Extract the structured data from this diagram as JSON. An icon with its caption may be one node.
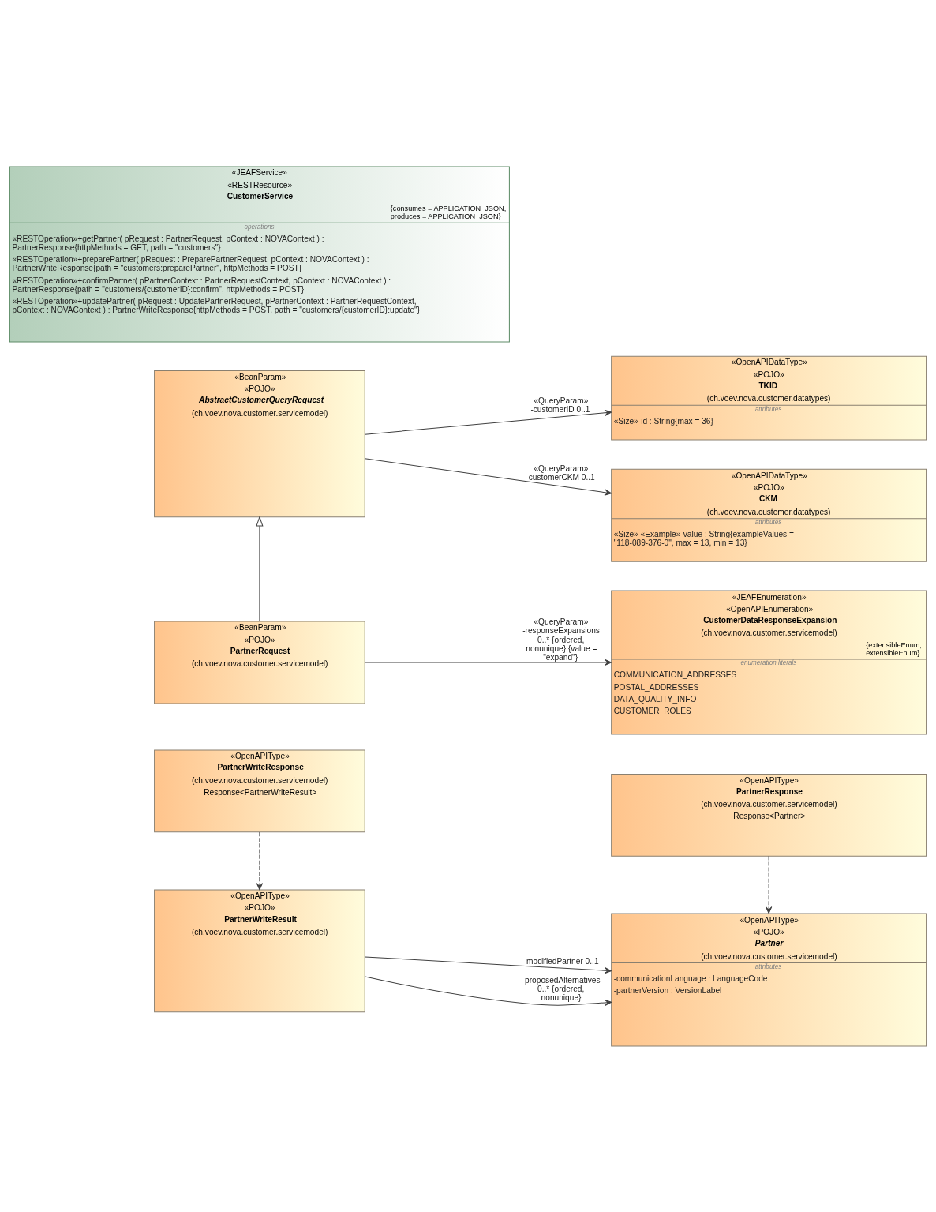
{
  "diagram": {
    "nodes": [
      {
        "text": [
          "«JEAFService»",
          "«RESTResource»",
          "CustomerService",
          "{consumes = APPLICATION_JSON, produces = APPLICATION_JSON}",
          "operations",
          "«RESTOperation»+getPartner( pRequest : PartnerRequest, pContext : NOVAContext ) : PartnerResponse{httpMethods = GET, path = \"customers\"}",
          "«RESTOperation»+preparePartner( pRequest : PreparePartnerRequest, pContext : NOVAContext ) : PartnerWriteResponse{path = \"customers:preparePartner\", httpMethods = POST}",
          "«RESTOperation»+confirmPartner( pPartnerContext : PartnerRequestContext, pContext : NOVAContext ) : PartnerResponse{path = \"customers/{customerID}:confirm\", httpMethods = POST}",
          "«RESTOperation»+updatePartner( pRequest : UpdatePartnerRequest, pPartnerContext : PartnerRequestContext, pContext : NOVAContext ) : PartnerWriteResponse{httpMethods = POST, path = \"customers/{customerID}:update\"}"
        ]
      },
      {
        "text": [
          "«BeanParam»",
          "«POJO»",
          "AbstractCustomerQueryRequest",
          "(ch.voev.nova.customer.servicemodel)"
        ]
      },
      {
        "text": [
          "«OpenAPIDataType»",
          "«POJO»",
          "TKID",
          "(ch.voev.nova.customer.datatypes)",
          "attributes",
          "«Size»-id : String{max = 36}"
        ]
      },
      {
        "text": [
          "«OpenAPIDataType»",
          "«POJO»",
          "CKM",
          "(ch.voev.nova.customer.datatypes)",
          "attributes",
          "«Size» «Example»-value : String{exampleValues = \"118-089-376-0\", max = 13, min = 13}"
        ]
      },
      {
        "text": [
          "«BeanParam»",
          "«POJO»",
          "PartnerRequest",
          "(ch.voev.nova.customer.servicemodel)"
        ]
      },
      {
        "text": [
          "«JEAFEnumeration»",
          "«OpenAPIEnumeration»",
          "CustomerDataResponseExpansion",
          "(ch.voev.nova.customer.servicemodel)",
          "{extensibleEnum, extensibleEnum}",
          "enumeration literals",
          "COMMUNICATION_ADDRESSES",
          "POSTAL_ADDRESSES",
          "DATA_QUALITY_INFO",
          "CUSTOMER_ROLES"
        ]
      },
      {
        "text": [
          "«OpenAPIType»",
          "PartnerWriteResponse",
          "(ch.voev.nova.customer.servicemodel)",
          "Response<PartnerWriteResult>"
        ]
      },
      {
        "text": [
          "«OpenAPIType»",
          "PartnerResponse",
          "(ch.voev.nova.customer.servicemodel)",
          "Response<Partner>"
        ]
      },
      {
        "text": [
          "«OpenAPIType»",
          "«POJO»",
          "PartnerWriteResult",
          "(ch.voev.nova.customer.servicemodel)"
        ]
      },
      {
        "text": [
          "«OpenAPIType»",
          "«POJO»",
          "Partner",
          "(ch.voev.nova.customer.servicemodel)",
          "attributes",
          "-communicationLanguage : LanguageCode",
          "-partnerVersion : VersionLabel"
        ]
      }
    ],
    "edges": [
      {
        "from": 1,
        "to": 2,
        "arrow": "to",
        "label": "«QueryParam» -customerID 0..1"
      },
      {
        "from": 1,
        "to": 3,
        "arrow": "to",
        "label": "«QueryParam» -customerCKM 0..1"
      },
      {
        "from": 4,
        "to": 1,
        "arrow": "to"
      },
      {
        "from": 4,
        "to": 5,
        "arrow": "to",
        "label": "«QueryParam» -responseExpansions 0..* {ordered, nonunique} {value = \"expand\"}"
      },
      {
        "from": 6,
        "to": 8,
        "arrow": "to",
        "style": "dashed"
      },
      {
        "from": 7,
        "to": 9,
        "arrow": "to",
        "style": "dashed"
      },
      {
        "from": 8,
        "to": 9,
        "arrow": "to",
        "label": "-modifiedPartner 0..1"
      },
      {
        "from": 8,
        "to": 9,
        "arrow": "to",
        "label": "-proposedAlternatives 0..* {ordered, nonunique}"
      }
    ]
  }
}
